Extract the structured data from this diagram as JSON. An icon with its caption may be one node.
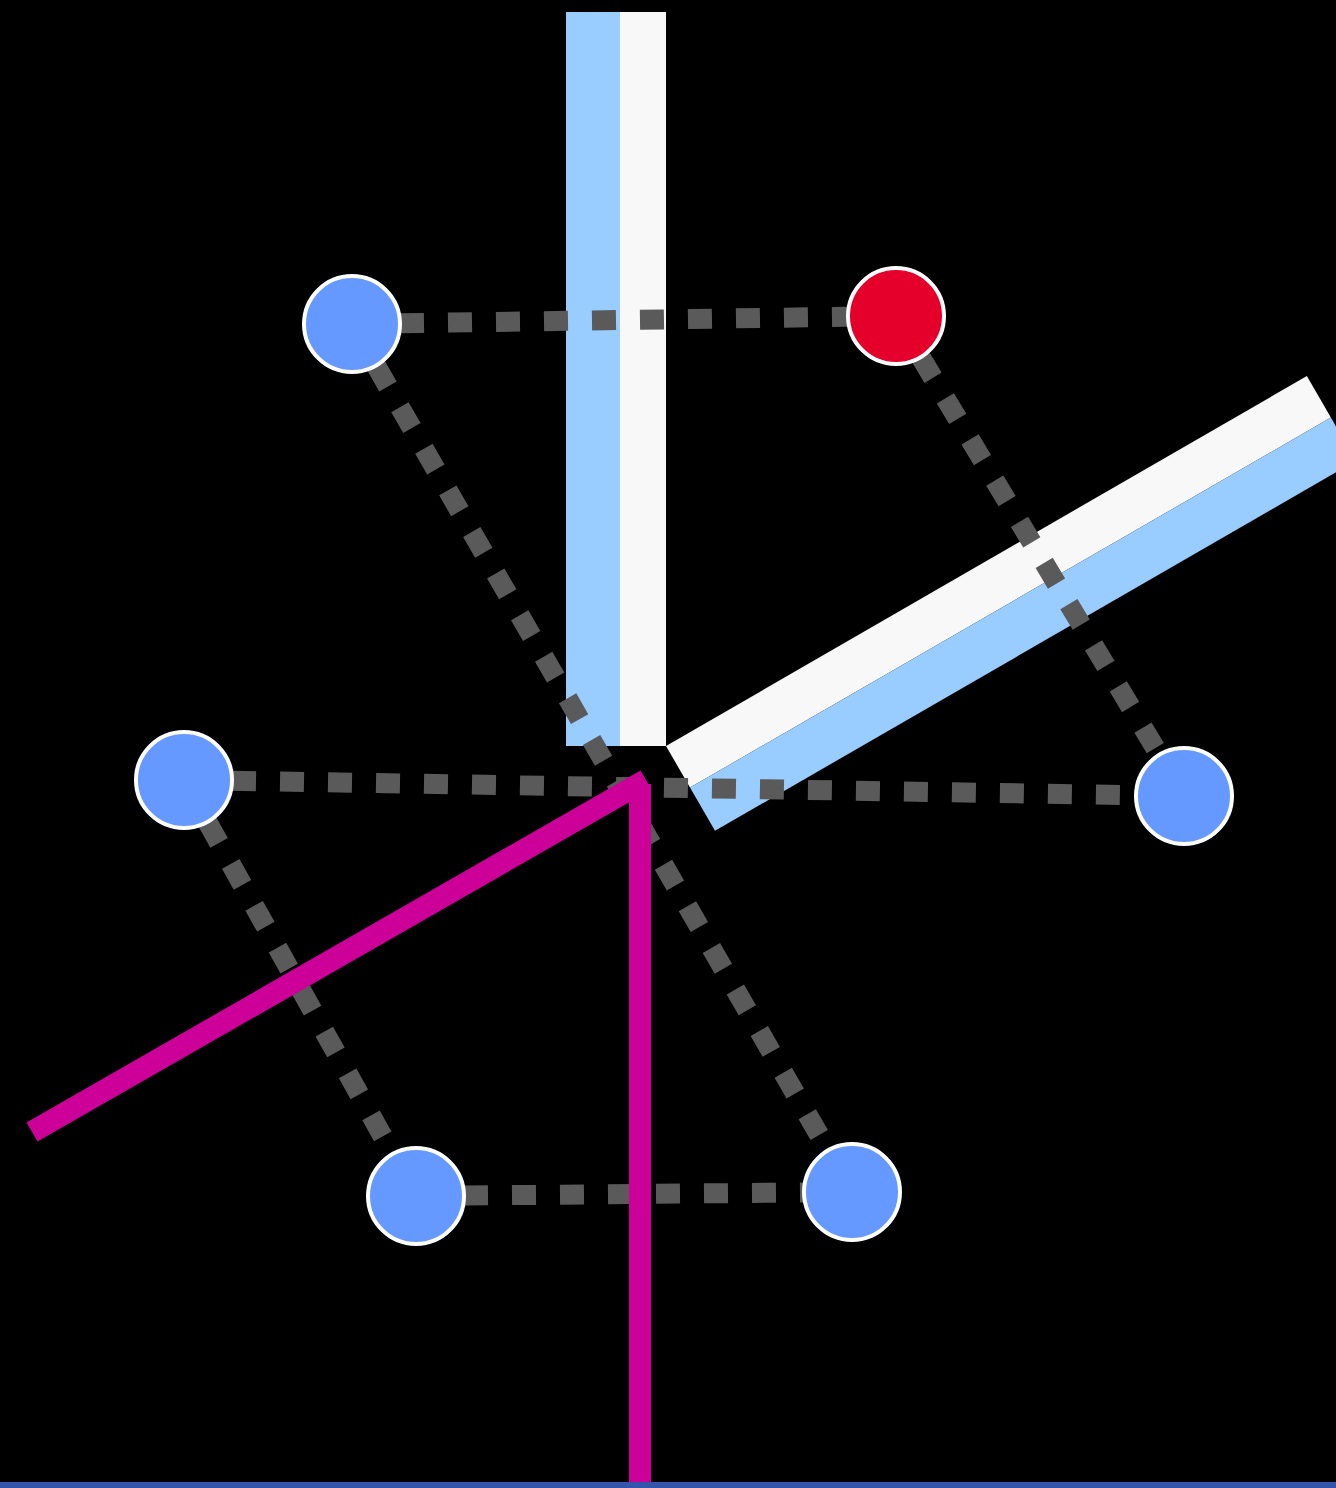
{
  "diagram": {
    "nodes": [
      {
        "text": [],
        "shape": "circle"
      },
      {
        "text": [],
        "shape": "circle"
      },
      {
        "text": [],
        "shape": "circle"
      },
      {
        "text": [],
        "shape": "circle"
      },
      {
        "text": [],
        "shape": "circle"
      },
      {
        "text": [],
        "shape": "circle"
      }
    ],
    "edges": [
      {
        "from": 0,
        "to": 1,
        "arrow": "none",
        "style": "dashed"
      },
      {
        "from": 0,
        "to": 5,
        "arrow": "none",
        "style": "dashed"
      },
      {
        "from": 1,
        "to": 3,
        "arrow": "none",
        "style": "dashed"
      },
      {
        "from": 2,
        "to": 3,
        "arrow": "none",
        "style": "dashed"
      },
      {
        "from": 2,
        "to": 4,
        "arrow": "none",
        "style": "dashed"
      },
      {
        "from": 4,
        "to": 5,
        "arrow": "none",
        "style": "dashed"
      }
    ]
  }
}
